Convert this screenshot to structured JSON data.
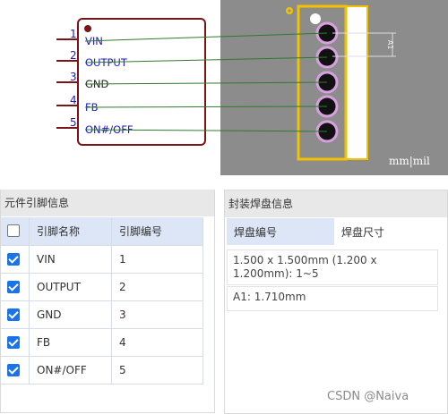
{
  "schematic": {
    "pins": [
      {
        "number": "1",
        "name": "VIN"
      },
      {
        "number": "2",
        "name": "OUTPUT"
      },
      {
        "number": "3",
        "name": "GND"
      },
      {
        "number": "4",
        "name": "FB"
      },
      {
        "number": "5",
        "name": "ON#/OFF"
      }
    ]
  },
  "pcb": {
    "dimension_label": "A1",
    "units_label": "mm|mil"
  },
  "pins_panel": {
    "title": "元件引脚信息",
    "headers": {
      "name": "引脚名称",
      "number": "引脚编号"
    },
    "header_checked": false,
    "rows": [
      {
        "name": "VIN",
        "number": "1",
        "checked": true
      },
      {
        "name": "OUTPUT",
        "number": "2",
        "checked": true
      },
      {
        "name": "GND",
        "number": "3",
        "checked": true
      },
      {
        "name": "FB",
        "number": "4",
        "checked": true
      },
      {
        "name": "ON#/OFF",
        "number": "5",
        "checked": true
      }
    ]
  },
  "pads_panel": {
    "title": "封装焊盘信息",
    "tabs": [
      "焊盘编号",
      "焊盘尺寸"
    ],
    "pad_size_text": "1.500 x 1.500mm (1.200 x 1.200mm): 1~5",
    "dimension_text": "A1: 1.710mm"
  },
  "watermark": "CSDN @Naiva",
  "colors": {
    "schematic_outline": "#7a1416",
    "pin_text": "#1a1acc",
    "ratsnest": "#2f7a2f",
    "pad_outline": "#d9a0e0",
    "silkscreen": "#f2c200",
    "checkbox": "#1a73e8"
  }
}
